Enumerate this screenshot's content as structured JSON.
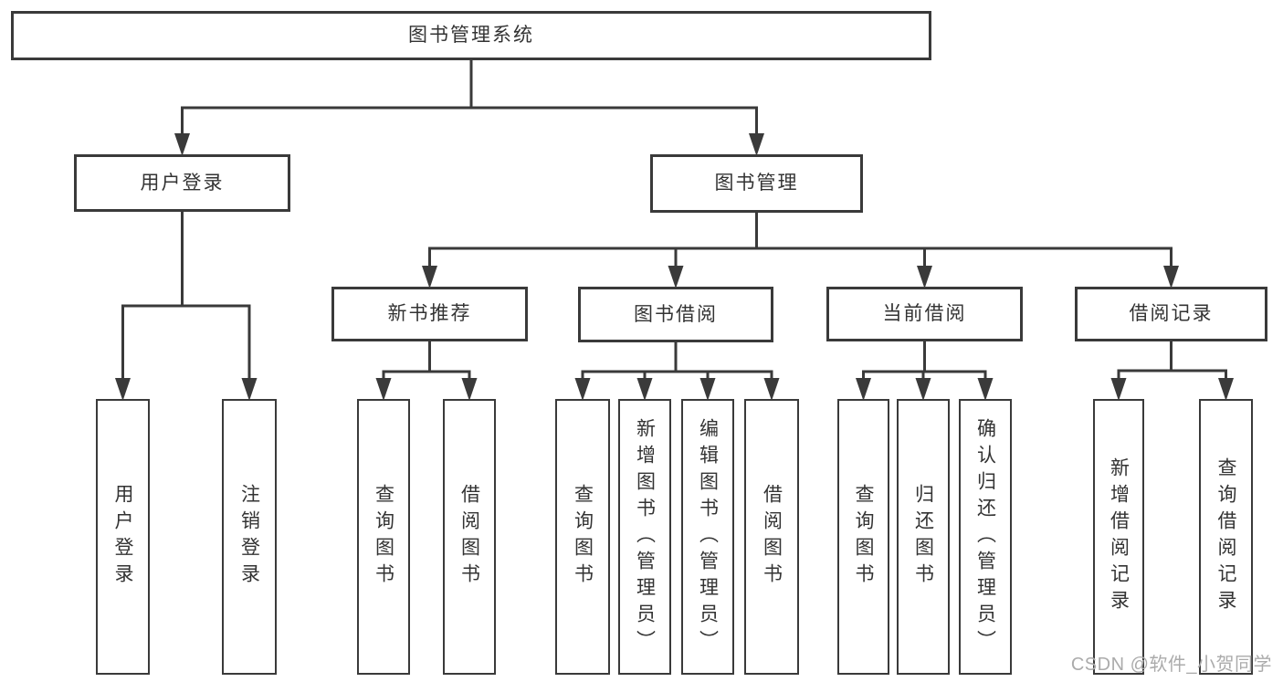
{
  "diagram": {
    "type": "hierarchy",
    "title": "图书管理系统",
    "nodes": [
      {
        "id": "root",
        "label": "图书管理系统",
        "level": 1,
        "orientation": "horizontal"
      },
      {
        "id": "user-login",
        "label": "用户登录",
        "level": 2,
        "orientation": "horizontal"
      },
      {
        "id": "book-mgmt",
        "label": "图书管理",
        "level": 2,
        "orientation": "horizontal"
      },
      {
        "id": "new-book-rec",
        "label": "新书推荐",
        "level": 3,
        "orientation": "horizontal"
      },
      {
        "id": "book-borrow",
        "label": "图书借阅",
        "level": 3,
        "orientation": "horizontal"
      },
      {
        "id": "current-borrow",
        "label": "当前借阅",
        "level": 3,
        "orientation": "horizontal"
      },
      {
        "id": "borrow-records",
        "label": "借阅记录",
        "level": 3,
        "orientation": "horizontal"
      },
      {
        "id": "leaf-user-login",
        "label": "用户登录",
        "level": 4,
        "orientation": "vertical"
      },
      {
        "id": "leaf-logout",
        "label": "注销登录",
        "level": 4,
        "orientation": "vertical"
      },
      {
        "id": "leaf-nb-query",
        "label": "查询图书",
        "level": 4,
        "orientation": "vertical"
      },
      {
        "id": "leaf-nb-borrow",
        "label": "借阅图书",
        "level": 4,
        "orientation": "vertical"
      },
      {
        "id": "leaf-bb-query",
        "label": "查询图书",
        "level": 4,
        "orientation": "vertical"
      },
      {
        "id": "leaf-bb-add",
        "label": "新增图书（管理员）",
        "level": 4,
        "orientation": "vertical"
      },
      {
        "id": "leaf-bb-edit",
        "label": "编辑图书（管理员）",
        "level": 4,
        "orientation": "vertical"
      },
      {
        "id": "leaf-bb-borrow",
        "label": "借阅图书",
        "level": 4,
        "orientation": "vertical"
      },
      {
        "id": "leaf-cb-query",
        "label": "查询图书",
        "level": 4,
        "orientation": "vertical"
      },
      {
        "id": "leaf-cb-return",
        "label": "归还图书",
        "level": 4,
        "orientation": "vertical"
      },
      {
        "id": "leaf-cb-confirm",
        "label": "确认归还（管理员）",
        "level": 4,
        "orientation": "vertical"
      },
      {
        "id": "leaf-br-add",
        "label": "新增借阅记录",
        "level": 4,
        "orientation": "vertical"
      },
      {
        "id": "leaf-br-query",
        "label": "查询借阅记录",
        "level": 4,
        "orientation": "vertical"
      }
    ],
    "edges": [
      [
        "root",
        "user-login"
      ],
      [
        "root",
        "book-mgmt"
      ],
      [
        "user-login",
        "leaf-user-login"
      ],
      [
        "user-login",
        "leaf-logout"
      ],
      [
        "book-mgmt",
        "new-book-rec"
      ],
      [
        "book-mgmt",
        "book-borrow"
      ],
      [
        "book-mgmt",
        "current-borrow"
      ],
      [
        "book-mgmt",
        "borrow-records"
      ],
      [
        "new-book-rec",
        "leaf-nb-query"
      ],
      [
        "new-book-rec",
        "leaf-nb-borrow"
      ],
      [
        "book-borrow",
        "leaf-bb-query"
      ],
      [
        "book-borrow",
        "leaf-bb-add"
      ],
      [
        "book-borrow",
        "leaf-bb-edit"
      ],
      [
        "book-borrow",
        "leaf-bb-borrow"
      ],
      [
        "current-borrow",
        "leaf-cb-query"
      ],
      [
        "current-borrow",
        "leaf-cb-return"
      ],
      [
        "current-borrow",
        "leaf-cb-confirm"
      ],
      [
        "borrow-records",
        "leaf-br-add"
      ],
      [
        "borrow-records",
        "leaf-br-query"
      ]
    ],
    "colors": {
      "line": "#3a3a3a",
      "box_border": "#3a3a3a",
      "box_fill": "#ffffff",
      "text": "#333333",
      "watermark": "#ababab",
      "background": "#ffffff"
    }
  },
  "watermark": {
    "text": "CSDN @软件_小贺同学"
  }
}
